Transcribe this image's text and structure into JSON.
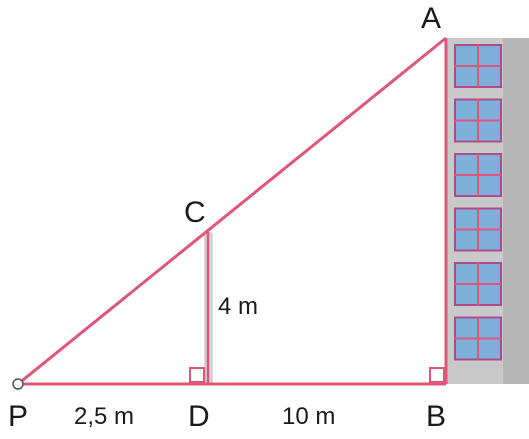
{
  "points": {
    "A": "A",
    "B": "B",
    "C": "C",
    "D": "D",
    "P": "P"
  },
  "measures": {
    "pd": "2,5 m",
    "db": "10 m",
    "cd": "4 m"
  },
  "colors": {
    "line": "#e0557a",
    "building": "#c9c9c9",
    "building_edge": "#9a9a9a",
    "window_frame": "#b04a8a",
    "window_glass": "#7fb0dc",
    "window_cross": "#e0557a",
    "pole": "#d9d9d9",
    "text": "#1a1a1a"
  }
}
